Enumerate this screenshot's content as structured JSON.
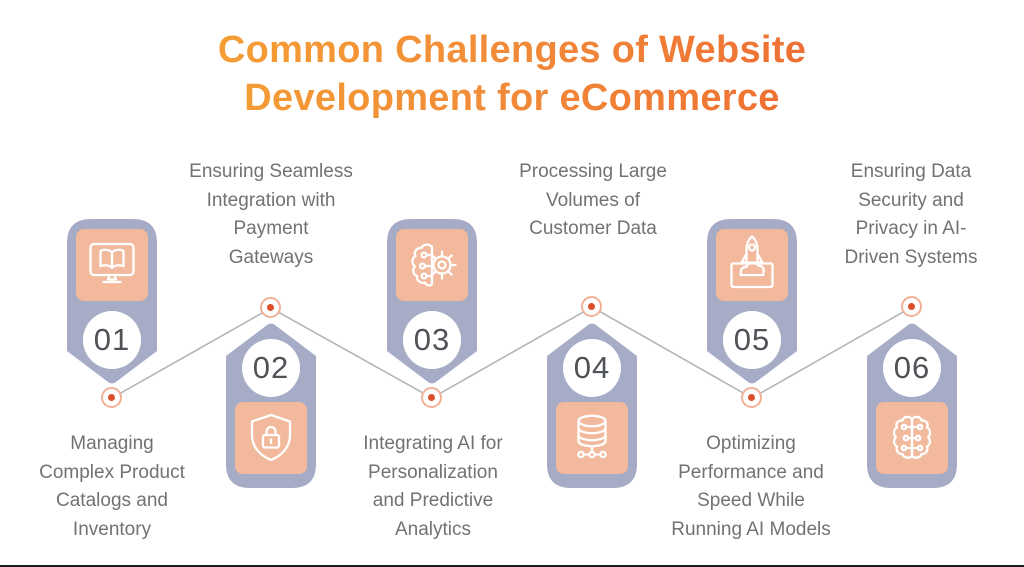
{
  "title": "Common Challenges of Website\nDevelopment for eCommerce",
  "colors": {
    "title_gradient_start": "#F6A733",
    "title_gradient_end": "#EC5F31",
    "badge_fill": "#A6ACC5",
    "icon_tile_fill": "#F3B99D",
    "number_text": "#4F5257",
    "label_text": "#717275",
    "connector_line": "#B4B4BC",
    "node_ring": "#F2B096",
    "node_dot": "#DC4F2A"
  },
  "items": [
    {
      "number": "01",
      "icon": "book-monitor-icon",
      "label": "Managing\nComplex Product\nCatalogs and\nInventory",
      "label_position": "below"
    },
    {
      "number": "02",
      "icon": "shield-lock-icon",
      "label": "Ensuring Seamless\nIntegration with\nPayment\nGateways",
      "label_position": "above"
    },
    {
      "number": "03",
      "icon": "brain-gear-icon",
      "label": "Integrating AI for\nPersonalization\nand Predictive\nAnalytics",
      "label_position": "below"
    },
    {
      "number": "04",
      "icon": "database-network-icon",
      "label": "Processing Large\nVolumes of\nCustomer Data",
      "label_position": "above"
    },
    {
      "number": "05",
      "icon": "rocket-launch-icon",
      "label": "Optimizing\nPerformance and\nSpeed While\nRunning AI Models",
      "label_position": "below"
    },
    {
      "number": "06",
      "icon": "ai-brain-icon",
      "label": "Ensuring Data\nSecurity and\nPrivacy in AI-\nDriven Systems",
      "label_position": "above"
    }
  ]
}
